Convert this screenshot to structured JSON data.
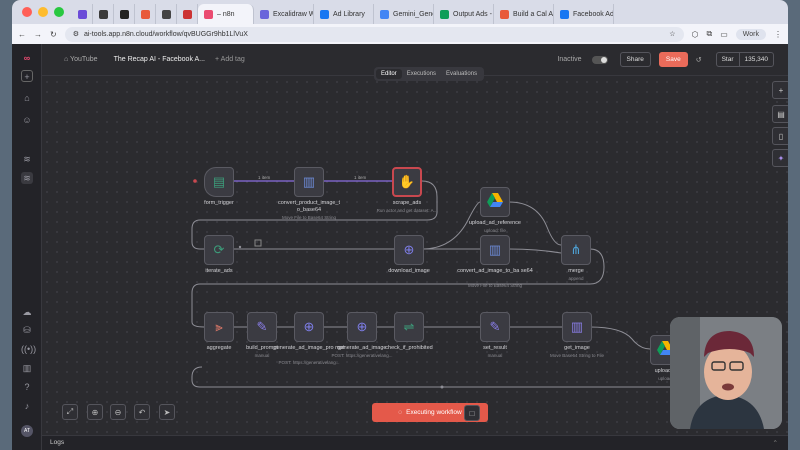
{
  "browser": {
    "tabs": [
      {
        "label": "",
        "color": "#6b4bd8"
      },
      {
        "label": "",
        "color": "#3b3b3b"
      },
      {
        "label": "",
        "color": "#222"
      },
      {
        "label": "",
        "color": "#e85a3a"
      },
      {
        "label": "",
        "color": "#444"
      },
      {
        "label": "",
        "color": "#c33"
      },
      {
        "label": "– n8n",
        "color": "#ea4b71",
        "active": true
      },
      {
        "label": "Excalidraw Whitebo",
        "color": "#6965db"
      },
      {
        "label": "Ad Library",
        "color": "#1877f2"
      },
      {
        "label": "Gemini_Generated",
        "color": "#4285f4"
      },
      {
        "label": "Output Ads - Goog",
        "color": "#0f9d58"
      },
      {
        "label": "Build a Cal AI clone",
        "color": "#e85a3a"
      },
      {
        "label": "Facebook Ad Libra",
        "color": "#1877f2"
      }
    ],
    "url": "ai-tools.app.n8n.cloud/workflow/qvBUGGr9hb1LlVuX",
    "profile": "Work"
  },
  "header": {
    "project": "YouTube",
    "workflow_name": "The Recap AI - Facebook A...",
    "add_tag": "+ Add tag",
    "tabs": [
      "Editor",
      "Executions",
      "Evaluations"
    ],
    "active_label": "Inactive",
    "share": "Share",
    "save": "Save",
    "star": "Star",
    "star_count": "135,340"
  },
  "nodes": [
    {
      "id": "form_trigger",
      "label": "form_trigger",
      "sub": ""
    },
    {
      "id": "convert_product_image",
      "label": "convert_product_image_t o_base64",
      "sub": "Move File to Base64 String"
    },
    {
      "id": "scrape_ads",
      "label": "scrape_ads",
      "sub": "Run actor and get dataset: A..."
    },
    {
      "id": "upload_ad_reference",
      "label": "upload_ad_reference",
      "sub": "upload: file"
    },
    {
      "id": "iterate_ads",
      "label": "iterate_ads",
      "sub": ""
    },
    {
      "id": "download_image",
      "label": "download_image",
      "sub": ""
    },
    {
      "id": "convert_ad_image",
      "label": "convert_ad_image_to_ba se64",
      "sub": "Move File to Base64 String"
    },
    {
      "id": "merge",
      "label": "merge",
      "sub": "append"
    },
    {
      "id": "aggregate",
      "label": "aggregate",
      "sub": ""
    },
    {
      "id": "build_prompt",
      "label": "build_prompt",
      "sub": "manual"
    },
    {
      "id": "generate_ad_image_prompt",
      "label": "generate_ad_image_pro mpt",
      "sub": "POST: https://generativelang..."
    },
    {
      "id": "generate_ad_image",
      "label": "generate_ad_image",
      "sub": "POST: https://generativelang..."
    },
    {
      "id": "check_if_prohibited",
      "label": "check_if_prohibited",
      "sub": ""
    },
    {
      "id": "set_result",
      "label": "set_result",
      "sub": "manual"
    },
    {
      "id": "get_image",
      "label": "get_image",
      "sub": "Move Base64 String to File"
    },
    {
      "id": "upload_image",
      "label": "upload_i",
      "sub": "upload"
    }
  ],
  "edge_labels": {
    "item1": "1 item",
    "item2": "1 item"
  },
  "canvas_controls": {
    "executing": "Executing workflow"
  },
  "logs": "Logs"
}
